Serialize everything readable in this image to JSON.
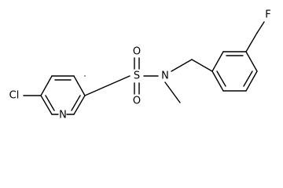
{
  "molecule": {
    "atoms": {
      "chlorine": "Cl",
      "ring_nitrogen": "N",
      "sulfur": "S",
      "oxygen_top": "O",
      "oxygen_bottom": "O",
      "amide_nitrogen": "N",
      "fluorine": "F"
    }
  }
}
